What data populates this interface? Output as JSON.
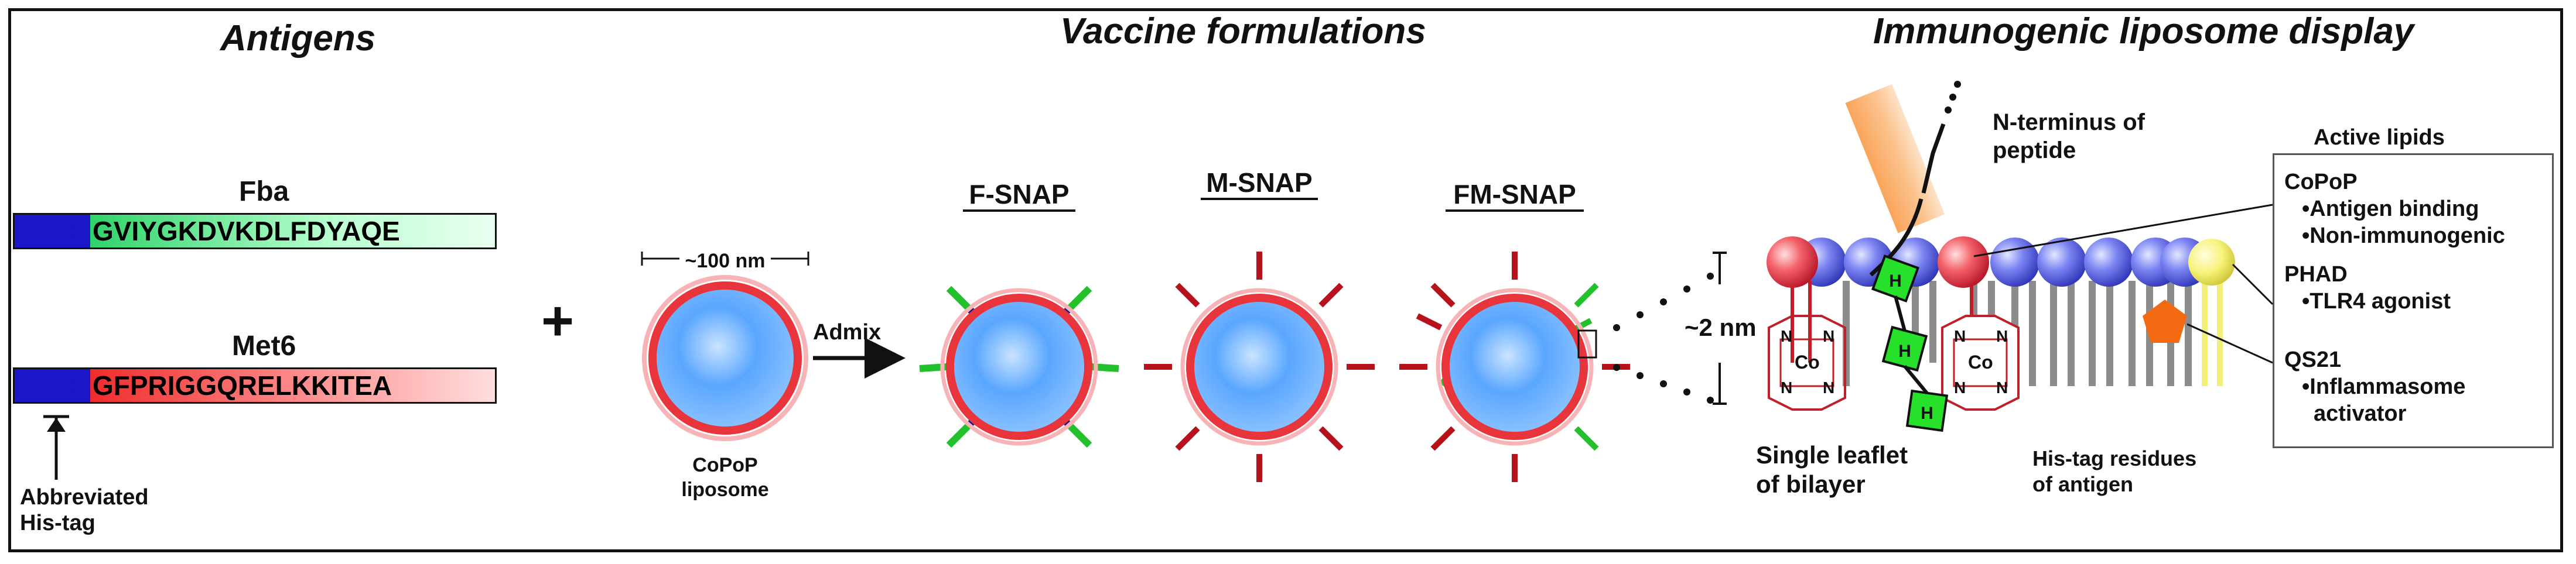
{
  "sections": {
    "antigens": "Antigens",
    "vaccine_formulations": "Vaccine formulations",
    "display": "Immunogenic liposome display"
  },
  "antigens": [
    {
      "name": "Fba",
      "his": "HHH-",
      "sequence": "GVIYGKDVKDLFDYAQE",
      "color": "#2fd36a"
    },
    {
      "name": "Met6",
      "his": "HHH-",
      "sequence": "GFPRIGGQRELKKITEA",
      "color": "#f02c2c"
    }
  ],
  "his_tag_label": [
    "Abbreviated",
    "His-tag"
  ],
  "plus": "+",
  "liposome": {
    "size_label": "~100 nm",
    "name_lines": [
      "CoPoP",
      "liposome"
    ],
    "admix_label": "Admix"
  },
  "formulations": [
    "F-SNAP",
    "M-SNAP",
    "FM-SNAP"
  ],
  "display": {
    "n_terminus": [
      "N-terminus of",
      "peptide"
    ],
    "thickness": "~2 nm",
    "leaflet": [
      "Single leaflet",
      "of bilayer"
    ],
    "histag_residues": [
      "His-tag residues",
      "of antigen"
    ],
    "h_label": "H",
    "co_label": "Co",
    "n_label": "N"
  },
  "active_lipids": {
    "title": "Active lipids",
    "groups": [
      {
        "name": "CoPoP",
        "items": [
          "•Antigen binding",
          "•Non-immunogenic"
        ]
      },
      {
        "name": "PHAD",
        "items": [
          "•TLR4 agonist"
        ]
      },
      {
        "name": "QS21",
        "items": [
          "•Inflammasome",
          "activator"
        ]
      }
    ]
  },
  "colors": {
    "his_blue": "#1b17c9",
    "fba_green": "#2fd36a",
    "met6_red": "#c8102e",
    "liposome_ring": "#e8353b",
    "lipid_blue": "#5a62e0",
    "phad_yellow": "#f5f06a",
    "qs21_orange": "#f26b12",
    "his_box_green": "#26e02a"
  }
}
